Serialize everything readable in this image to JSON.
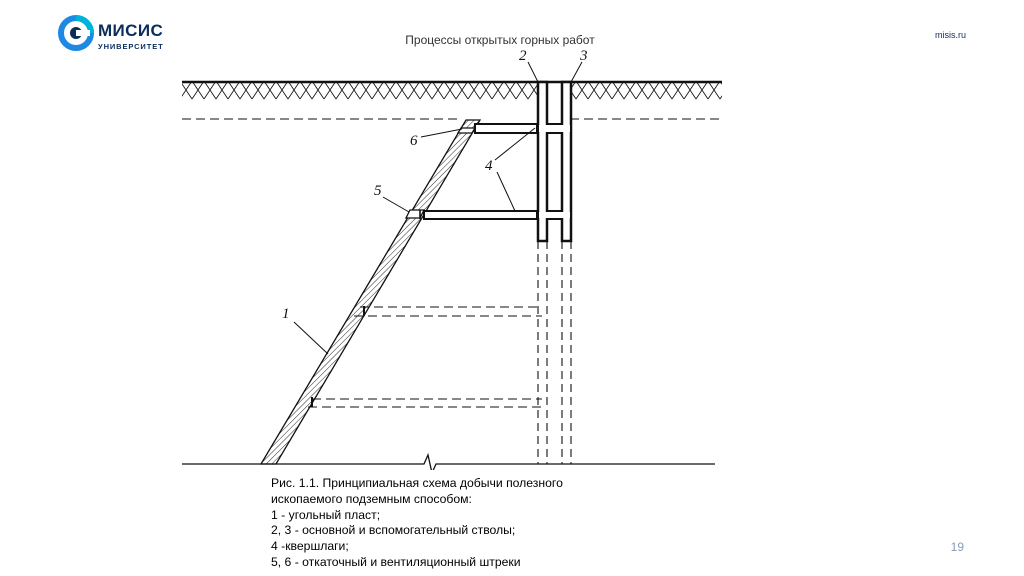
{
  "brand": {
    "name": "МИСИС",
    "subtitle": "УНИВЕРСИТЕТ",
    "icon": "misis-logo-icon",
    "colors": {
      "navy": "#0a2d5c",
      "blue": "#1e88e5",
      "cyan": "#00b4d8"
    }
  },
  "header": {
    "title": "Процессы открытых горных работ",
    "site": "misis.ru"
  },
  "diagram": {
    "labels": [
      "1",
      "2",
      "3",
      "4",
      "5",
      "6"
    ]
  },
  "caption": {
    "lines": [
      "Рис. 1.1. Принципиальная схема добычи полезного",
      "ископаемого подземным способом:",
      "1 - угольный пласт;",
      "2, 3 - основной и вспомогательный стволы;",
      "4 -квершлаги;",
      "5, 6 - откаточный и вентиляционный штреки"
    ]
  },
  "footer": {
    "page_number": "19"
  }
}
